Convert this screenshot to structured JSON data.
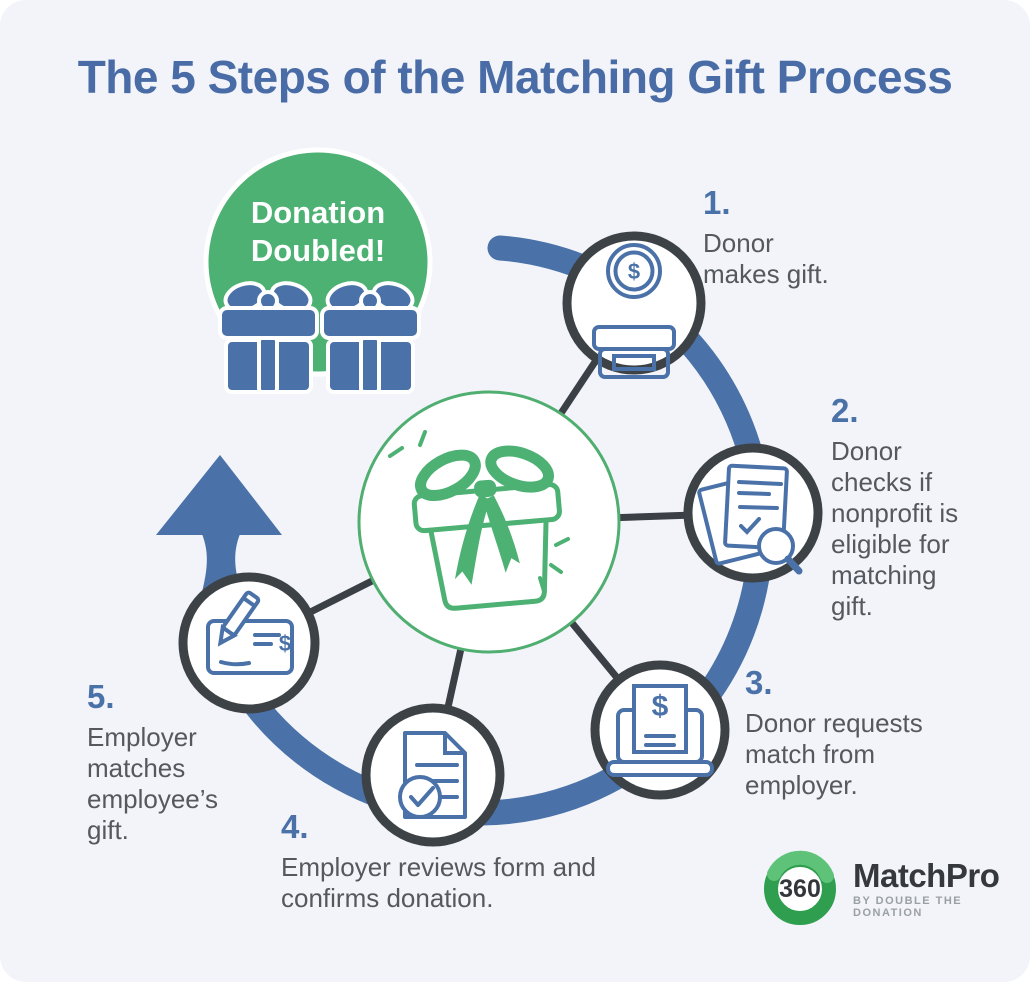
{
  "title": "The 5 Steps of the Matching Gift Process",
  "badge": {
    "label": "Donation\nDoubled!"
  },
  "steps": [
    {
      "number": "1.",
      "text": "Donor\nmakes gift."
    },
    {
      "number": "2.",
      "text": "Donor\nchecks if\nnonprofit is\neligible for\nmatching\ngift."
    },
    {
      "number": "3.",
      "text": "Donor requests\nmatch from\nemployer."
    },
    {
      "number": "4.",
      "text": "Employer reviews form and\nconfirms donation."
    },
    {
      "number": "5.",
      "text": "Employer\nmatches\nemployee’s\ngift."
    }
  ],
  "logo": {
    "circle_text": "360",
    "name": "MatchPro",
    "tagline": "BY DOUBLE THE DONATION"
  },
  "colors": {
    "background": "#f2f4f9",
    "title_blue": "#4a6ca6",
    "accent_blue": "#4a72a8",
    "green": "#4db173",
    "circle_ring_dark": "#3d4247",
    "body_text": "#55585e",
    "logo_green": "#3aa65a"
  },
  "icons": {
    "center": "gift-box-icon",
    "step1": "donation-box-coin-icon",
    "step2": "document-magnifier-icon",
    "step3": "laptop-receipt-icon",
    "step4": "document-check-icon",
    "step5": "check-writing-icon",
    "badge": "gift-boxes-icon",
    "arrow": "up-arrow-icon"
  }
}
